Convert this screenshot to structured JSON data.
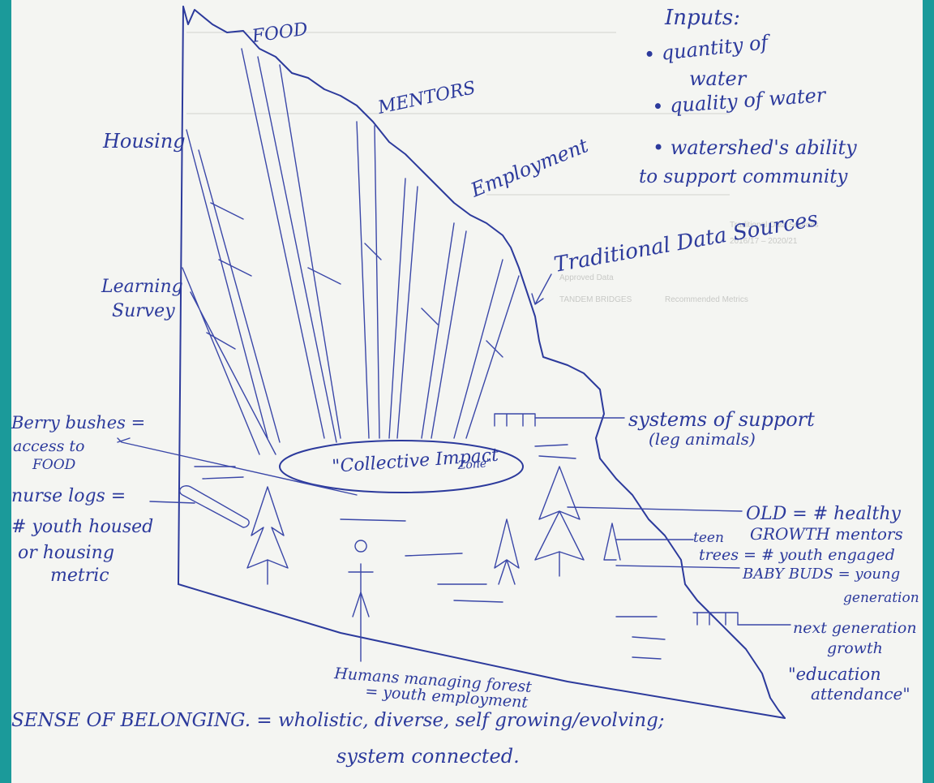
{
  "colors": {
    "ink": "#2c3a9c",
    "paper": "#f4f5f2",
    "frame": "#1b9a9a"
  },
  "labels": {
    "food": "FOOD",
    "mentors": "MENTORS",
    "housing": "Housing",
    "employment": "Employment",
    "learning": [
      "Learning",
      "Survey"
    ],
    "traditional": "Traditional Data Sources",
    "collective": "\"Collective Impact",
    "collective_zone": "Zone\"",
    "systems": [
      "systems of support",
      "(leg animals)"
    ],
    "berry": [
      "Berry bushes =",
      "access to",
      "FOOD"
    ],
    "nurse": [
      "nurse logs =",
      "# youth housed",
      "or housing",
      "metric"
    ],
    "old_growth": [
      "OLD = # healthy",
      "GROWTH mentors"
    ],
    "teen": [
      "teen",
      "trees = # youth engaged"
    ],
    "baby": [
      "BABY BUDS = young",
      "generation"
    ],
    "next_gen": [
      "next generation",
      "growth",
      "\"education",
      "attendance\""
    ],
    "humans": [
      "Humans managing forest",
      "= youth employment"
    ]
  },
  "inputs": {
    "title": "Inputs:",
    "items": [
      "• quantity of",
      "water",
      "• quality of water",
      "• watershed's ability",
      "to support community"
    ]
  },
  "footer": {
    "line1": "SENSE OF BELONGING. = wholistic, diverse, self growing/evolving;",
    "line2": "system connected."
  },
  "background_print": {
    "row1": [
      "Traditional Data Sources",
      "2016/17 – 2020/21",
      "Approved Data"
    ],
    "row2": [
      "TANDEM BRIDGES",
      "Recommended Metrics"
    ]
  }
}
